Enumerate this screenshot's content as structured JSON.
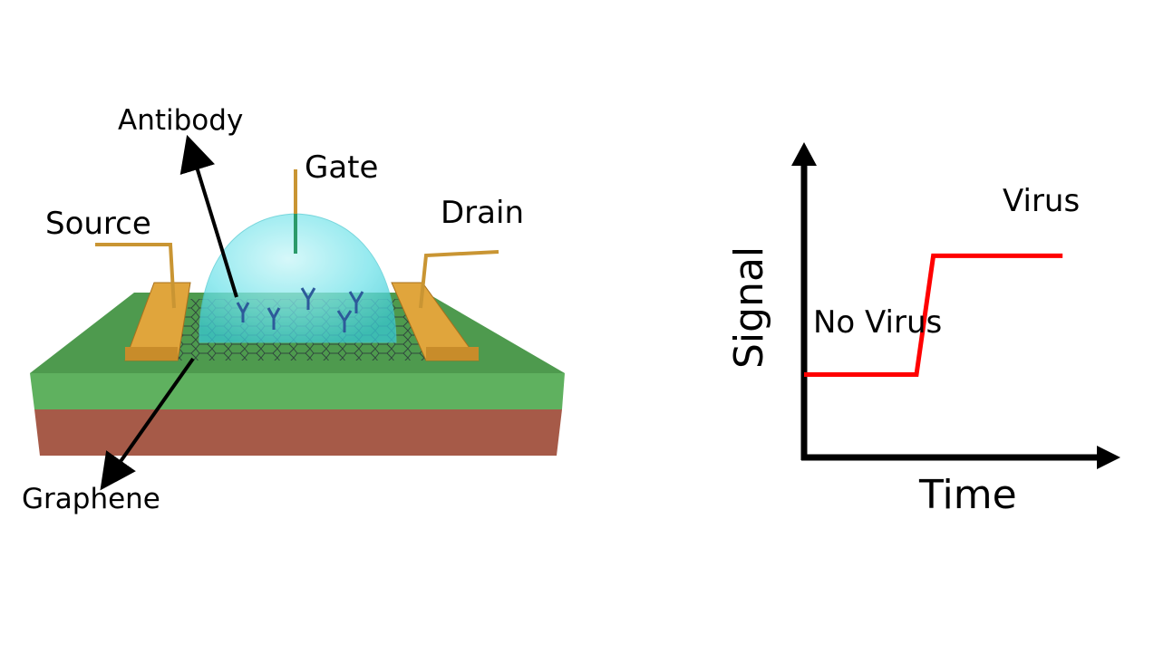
{
  "device": {
    "labels": {
      "antibody": "Antibody",
      "gate": "Gate",
      "source": "Source",
      "drain": "Drain",
      "graphene": "Graphene"
    },
    "colors": {
      "substrate_top": "#5fb15f",
      "substrate_side": "#4e9a4e",
      "base": "#a65a48",
      "electrode": "#e0a53c",
      "droplet": "#7fe6ec",
      "graphene": "#2b3a3a"
    }
  },
  "chart_data": {
    "type": "line",
    "xlabel": "Time",
    "ylabel": "Signal",
    "annotations": [
      "No Virus",
      "Virus"
    ],
    "series": [
      {
        "color": "#ff0000",
        "x": [
          0,
          1,
          1.15,
          2.3
        ],
        "y": [
          0.3,
          0.3,
          0.73,
          0.73
        ]
      }
    ],
    "xlim": [
      0,
      2.5
    ],
    "ylim": [
      0,
      1
    ]
  }
}
